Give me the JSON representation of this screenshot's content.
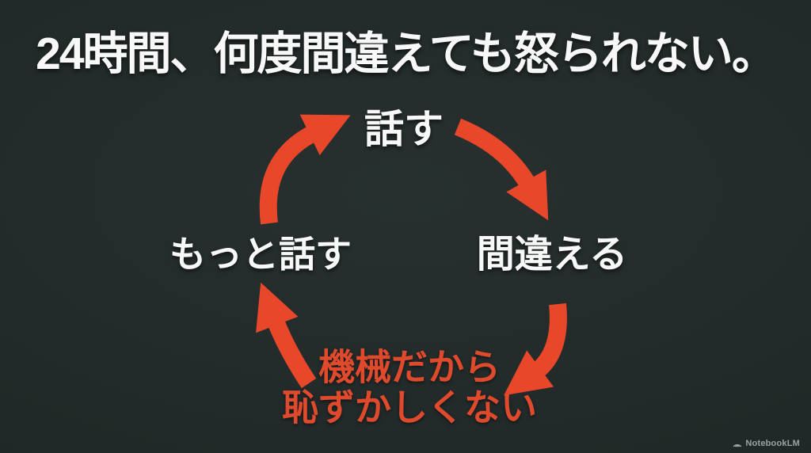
{
  "title": "24時間、何度間違えても怒られない。",
  "cycle": {
    "direction": "clockwise",
    "nodes": [
      {
        "id": "talk",
        "label": "話す"
      },
      {
        "id": "mistake",
        "label": "間違える"
      },
      {
        "id": "reason",
        "lines": [
          "機械だから",
          "恥ずかしくない"
        ]
      },
      {
        "id": "talk_more",
        "label": "もっと話す"
      }
    ]
  },
  "watermark": {
    "label": "NotebookLM"
  },
  "colors": {
    "background": "#212928",
    "accent": "#e8472a",
    "red_text": "#df4a2d",
    "text": "#f7f8f7",
    "watermark": "#aab0b1"
  }
}
